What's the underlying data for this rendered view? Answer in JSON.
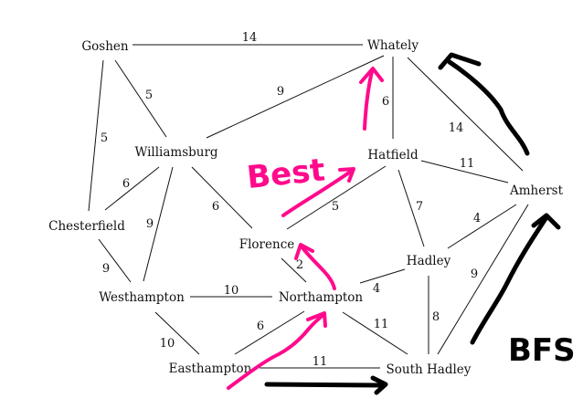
{
  "graph": {
    "nodes": [
      {
        "id": "goshen",
        "label": "Goshen"
      },
      {
        "id": "whately",
        "label": "Whately"
      },
      {
        "id": "williamsburg",
        "label": "Williamsburg"
      },
      {
        "id": "hatfield",
        "label": "Hatfield"
      },
      {
        "id": "amherst",
        "label": "Amherst"
      },
      {
        "id": "chesterfield",
        "label": "Chesterfield"
      },
      {
        "id": "florence",
        "label": "Florence"
      },
      {
        "id": "hadley",
        "label": "Hadley"
      },
      {
        "id": "westhampton",
        "label": "Westhampton"
      },
      {
        "id": "northampton",
        "label": "Northampton"
      },
      {
        "id": "easthampton",
        "label": "Easthampton"
      },
      {
        "id": "south-hadley",
        "label": "South Hadley"
      }
    ],
    "edges": [
      {
        "from": "goshen",
        "to": "whately",
        "weight": "14"
      },
      {
        "from": "goshen",
        "to": "williamsburg",
        "weight": "5"
      },
      {
        "from": "goshen",
        "to": "chesterfield",
        "weight": "5"
      },
      {
        "from": "williamsburg",
        "to": "whately",
        "weight": "9"
      },
      {
        "from": "whately",
        "to": "hatfield",
        "weight": "6"
      },
      {
        "from": "whately",
        "to": "amherst",
        "weight": "14"
      },
      {
        "from": "hatfield",
        "to": "amherst",
        "weight": "11"
      },
      {
        "from": "williamsburg",
        "to": "chesterfield",
        "weight": "6"
      },
      {
        "from": "williamsburg",
        "to": "westhampton",
        "weight": "9"
      },
      {
        "from": "williamsburg",
        "to": "florence",
        "weight": "6"
      },
      {
        "from": "florence",
        "to": "hatfield",
        "weight": "5"
      },
      {
        "from": "hatfield",
        "to": "hadley",
        "weight": "7"
      },
      {
        "from": "hadley",
        "to": "amherst",
        "weight": "4"
      },
      {
        "from": "chesterfield",
        "to": "westhampton",
        "weight": "9"
      },
      {
        "from": "florence",
        "to": "northampton",
        "weight": "2"
      },
      {
        "from": "northampton",
        "to": "hadley",
        "weight": "4"
      },
      {
        "from": "westhampton",
        "to": "northampton",
        "weight": "10"
      },
      {
        "from": "westhampton",
        "to": "easthampton",
        "weight": "10"
      },
      {
        "from": "easthampton",
        "to": "northampton",
        "weight": "6"
      },
      {
        "from": "northampton",
        "to": "south-hadley",
        "weight": "11"
      },
      {
        "from": "hadley",
        "to": "south-hadley",
        "weight": "8"
      },
      {
        "from": "amherst",
        "to": "south-hadley",
        "weight": "9"
      },
      {
        "from": "easthampton",
        "to": "south-hadley",
        "weight": "11"
      }
    ]
  },
  "annotations": {
    "best_label": "Best",
    "bfs_label": "BFS",
    "best_path": [
      "easthampton",
      "northampton",
      "florence",
      "hatfield",
      "whately"
    ],
    "bfs_path": [
      "easthampton",
      "south-hadley",
      "amherst",
      "whately"
    ],
    "colors": {
      "best": "#ff0a8c",
      "bfs": "#000000"
    }
  }
}
